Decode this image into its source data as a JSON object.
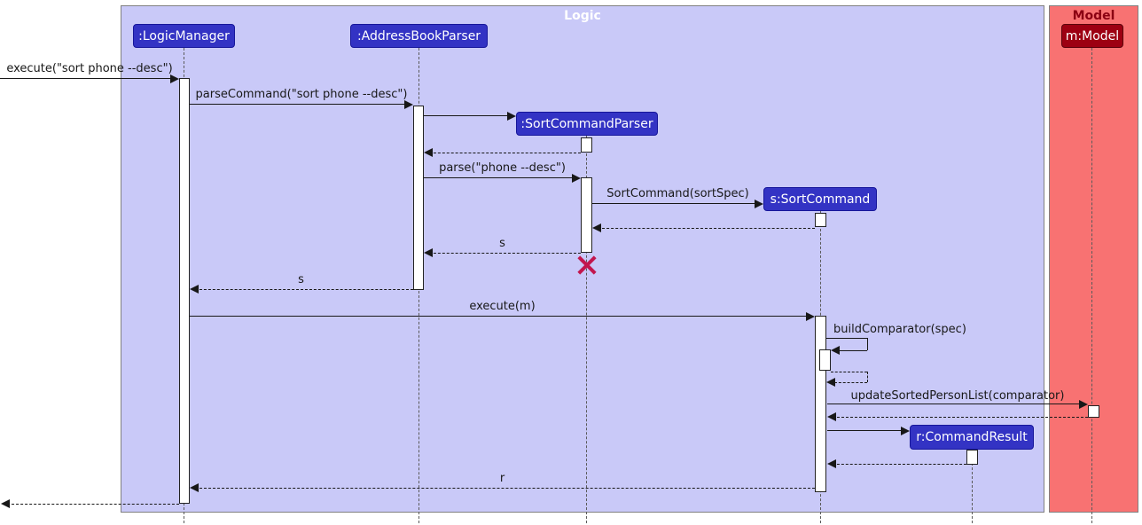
{
  "diagram": {
    "type": "uml-sequence-diagram",
    "frames": {
      "logic": "Logic",
      "model": "Model"
    },
    "participants": {
      "logic_manager": ":LogicManager",
      "address_book_parser": ":AddressBookParser",
      "sort_command_parser": ":SortCommandParser",
      "sort_command": "s:SortCommand",
      "command_result": "r:CommandResult",
      "model": "m:Model"
    },
    "messages": {
      "execute_sort": "execute(\"sort phone --desc\")",
      "parse_command": "parseCommand(\"sort phone --desc\")",
      "parse": "parse(\"phone --desc\")",
      "sort_command_new": "SortCommand(sortSpec)",
      "return_s_parser": "s",
      "return_s_logic": "s",
      "execute_m": "execute(m)",
      "build_comparator": "buildComparator(spec)",
      "update_sorted": "updateSortedPersonList(comparator)",
      "return_r": "r"
    },
    "colors": {
      "logic_frame_fill": "#C9C9F8",
      "logic_frame_border": "#808080",
      "logic_header_text": "#FFFFFF",
      "model_frame_fill": "#F87272",
      "model_frame_border": "#808080",
      "model_header_text": "#8B0012",
      "participant_fill": "#3333C4",
      "participant_border": "#16169A",
      "participant_text": "#FFFFFF",
      "model_participant_fill": "#9D0012",
      "model_participant_border": "#5A000A",
      "lifeline": "#5A5A5A",
      "activation_fill": "#FFFFFF",
      "activation_border": "#222222",
      "message": "#181818",
      "destroy_x": "#C2164E"
    }
  }
}
